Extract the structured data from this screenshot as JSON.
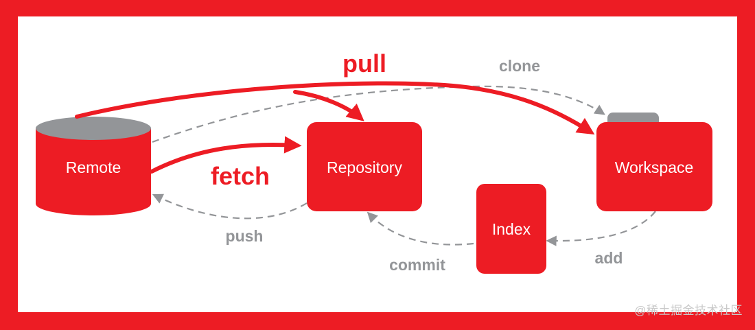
{
  "colors": {
    "accent": "#ed1c24",
    "gray": "#939598",
    "background": "#ffffff"
  },
  "nodes": {
    "remote": "Remote",
    "repository": "Repository",
    "workspace": "Workspace",
    "index": "Index"
  },
  "edges": {
    "pull": "pull",
    "fetch": "fetch",
    "clone": "clone",
    "push": "push",
    "commit": "commit",
    "add": "add"
  },
  "watermark": "@稀土掘金技术社区"
}
